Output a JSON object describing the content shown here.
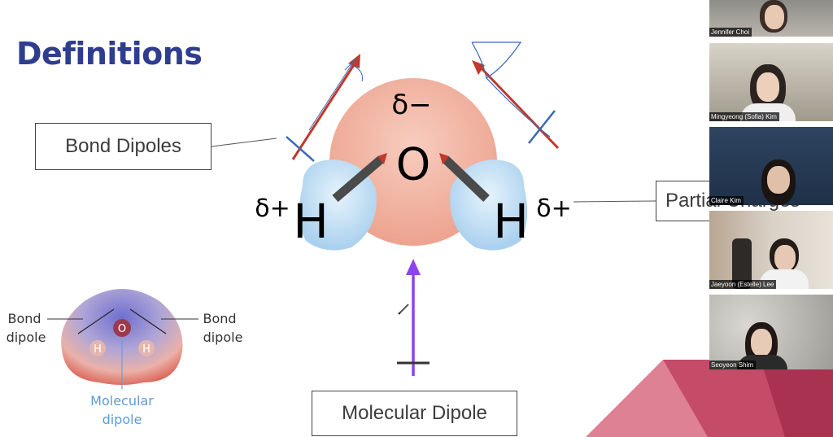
{
  "slide": {
    "title": "Definitions",
    "bond_dipoles_label": "Bond Dipoles",
    "partial_charges_label": "Partial Charges",
    "molecular_dipole_label": "Molecular Dipole",
    "molecule": {
      "oxygen": "O",
      "hydrogen_left": "H",
      "hydrogen_right": "H",
      "delta_minus": "δ−",
      "delta_plus_left": "δ+",
      "delta_plus_right": "δ+"
    },
    "inset": {
      "bond_dipole_left": [
        "Bond",
        "dipole"
      ],
      "bond_dipole_right": [
        "Bond",
        "dipole"
      ],
      "atom_o": "O",
      "atom_h1": "H",
      "atom_h2": "H",
      "molecular_dipole": [
        "Molecular",
        "dipole"
      ]
    }
  },
  "participants": [
    {
      "name": "Jennifer Choi"
    },
    {
      "name": "Mingyeong (Sofia) Kim"
    },
    {
      "name": "Claire Kim"
    },
    {
      "name": "Jaeyoon (Estelle) Lee"
    },
    {
      "name": "Seoyeon Shim"
    }
  ],
  "colors": {
    "title": "#2f3d8f",
    "oxygen": "#f0b6a4",
    "hydrogen": "#bcdcf2",
    "annotation_red": "#c0392b",
    "annotation_blue": "#3a67b8",
    "molecular_arrow": "#8e44ec",
    "decor": "#c9536f"
  },
  "icons": [
    "pen-cursor-icon"
  ]
}
